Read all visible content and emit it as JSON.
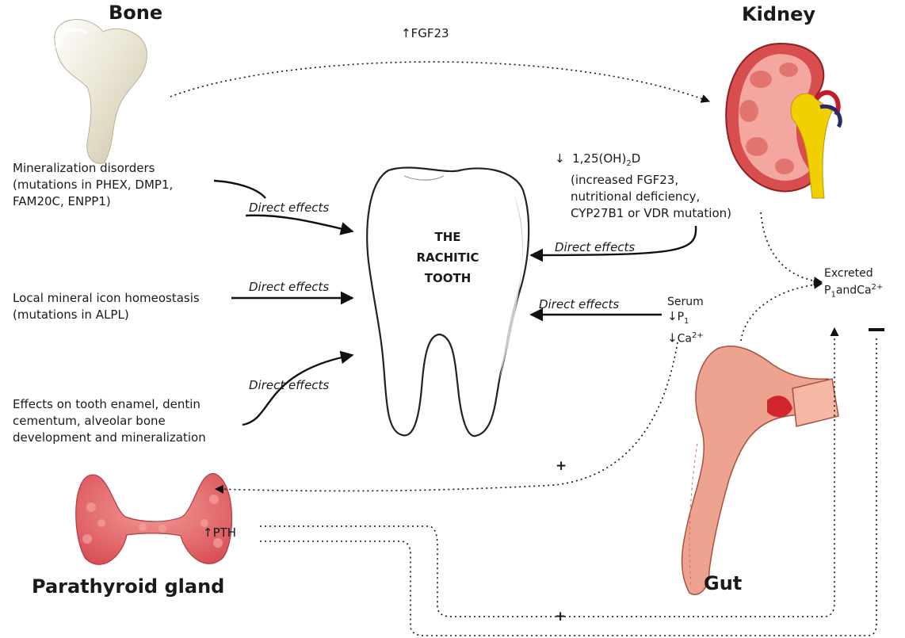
{
  "organs": {
    "bone": "Bone",
    "kidney": "Kidney",
    "gut": "Gut",
    "parathyroid": "Parathyroid gland"
  },
  "tooth": {
    "line1": "THE",
    "line2": "RACHITIC",
    "line3": "TOOTH"
  },
  "causes": {
    "mineralization": [
      "Mineralization disorders",
      "(mutations in PHEX, DMP1,",
      "FAM20C, ENPP1)"
    ],
    "local": [
      "Local mineral icon homeostasis",
      "(mutations in ALPL)"
    ],
    "effects": [
      "Effects on tooth enamel, dentin",
      "cementum, alveolar bone",
      "development and mineralization"
    ]
  },
  "direct_effects_label": "Direct effects",
  "fgf23": "FGF23",
  "vitd": {
    "prefix": "1,25(OH)",
    "sub": "2",
    "suffix": "D",
    "lines": [
      "(increased FGF23,",
      "nutritional deficiency,",
      "CYP27B1 or VDR mutation)"
    ]
  },
  "serum": {
    "label": "Serum",
    "p": "P",
    "p_sub": "1",
    "ca": "Ca",
    "ca_sup": "2+"
  },
  "excreted": {
    "label": "Excreted",
    "p": "P",
    "p_sub": "1",
    "and": "and",
    "ca": "Ca",
    "ca_sup": "2+"
  },
  "pth": "PTH",
  "plus": "+",
  "arrows": {
    "up": "↑",
    "down": "↓"
  },
  "colors": {
    "bone": "#e8e2cf",
    "kidney_outer": "#d84d4d",
    "kidney_inner": "#f4a6a0",
    "kidney_pelvis": "#f0d000",
    "gut": "#eea391",
    "gland": "#e7666a",
    "tooth_shade": "#c9c9c9"
  }
}
